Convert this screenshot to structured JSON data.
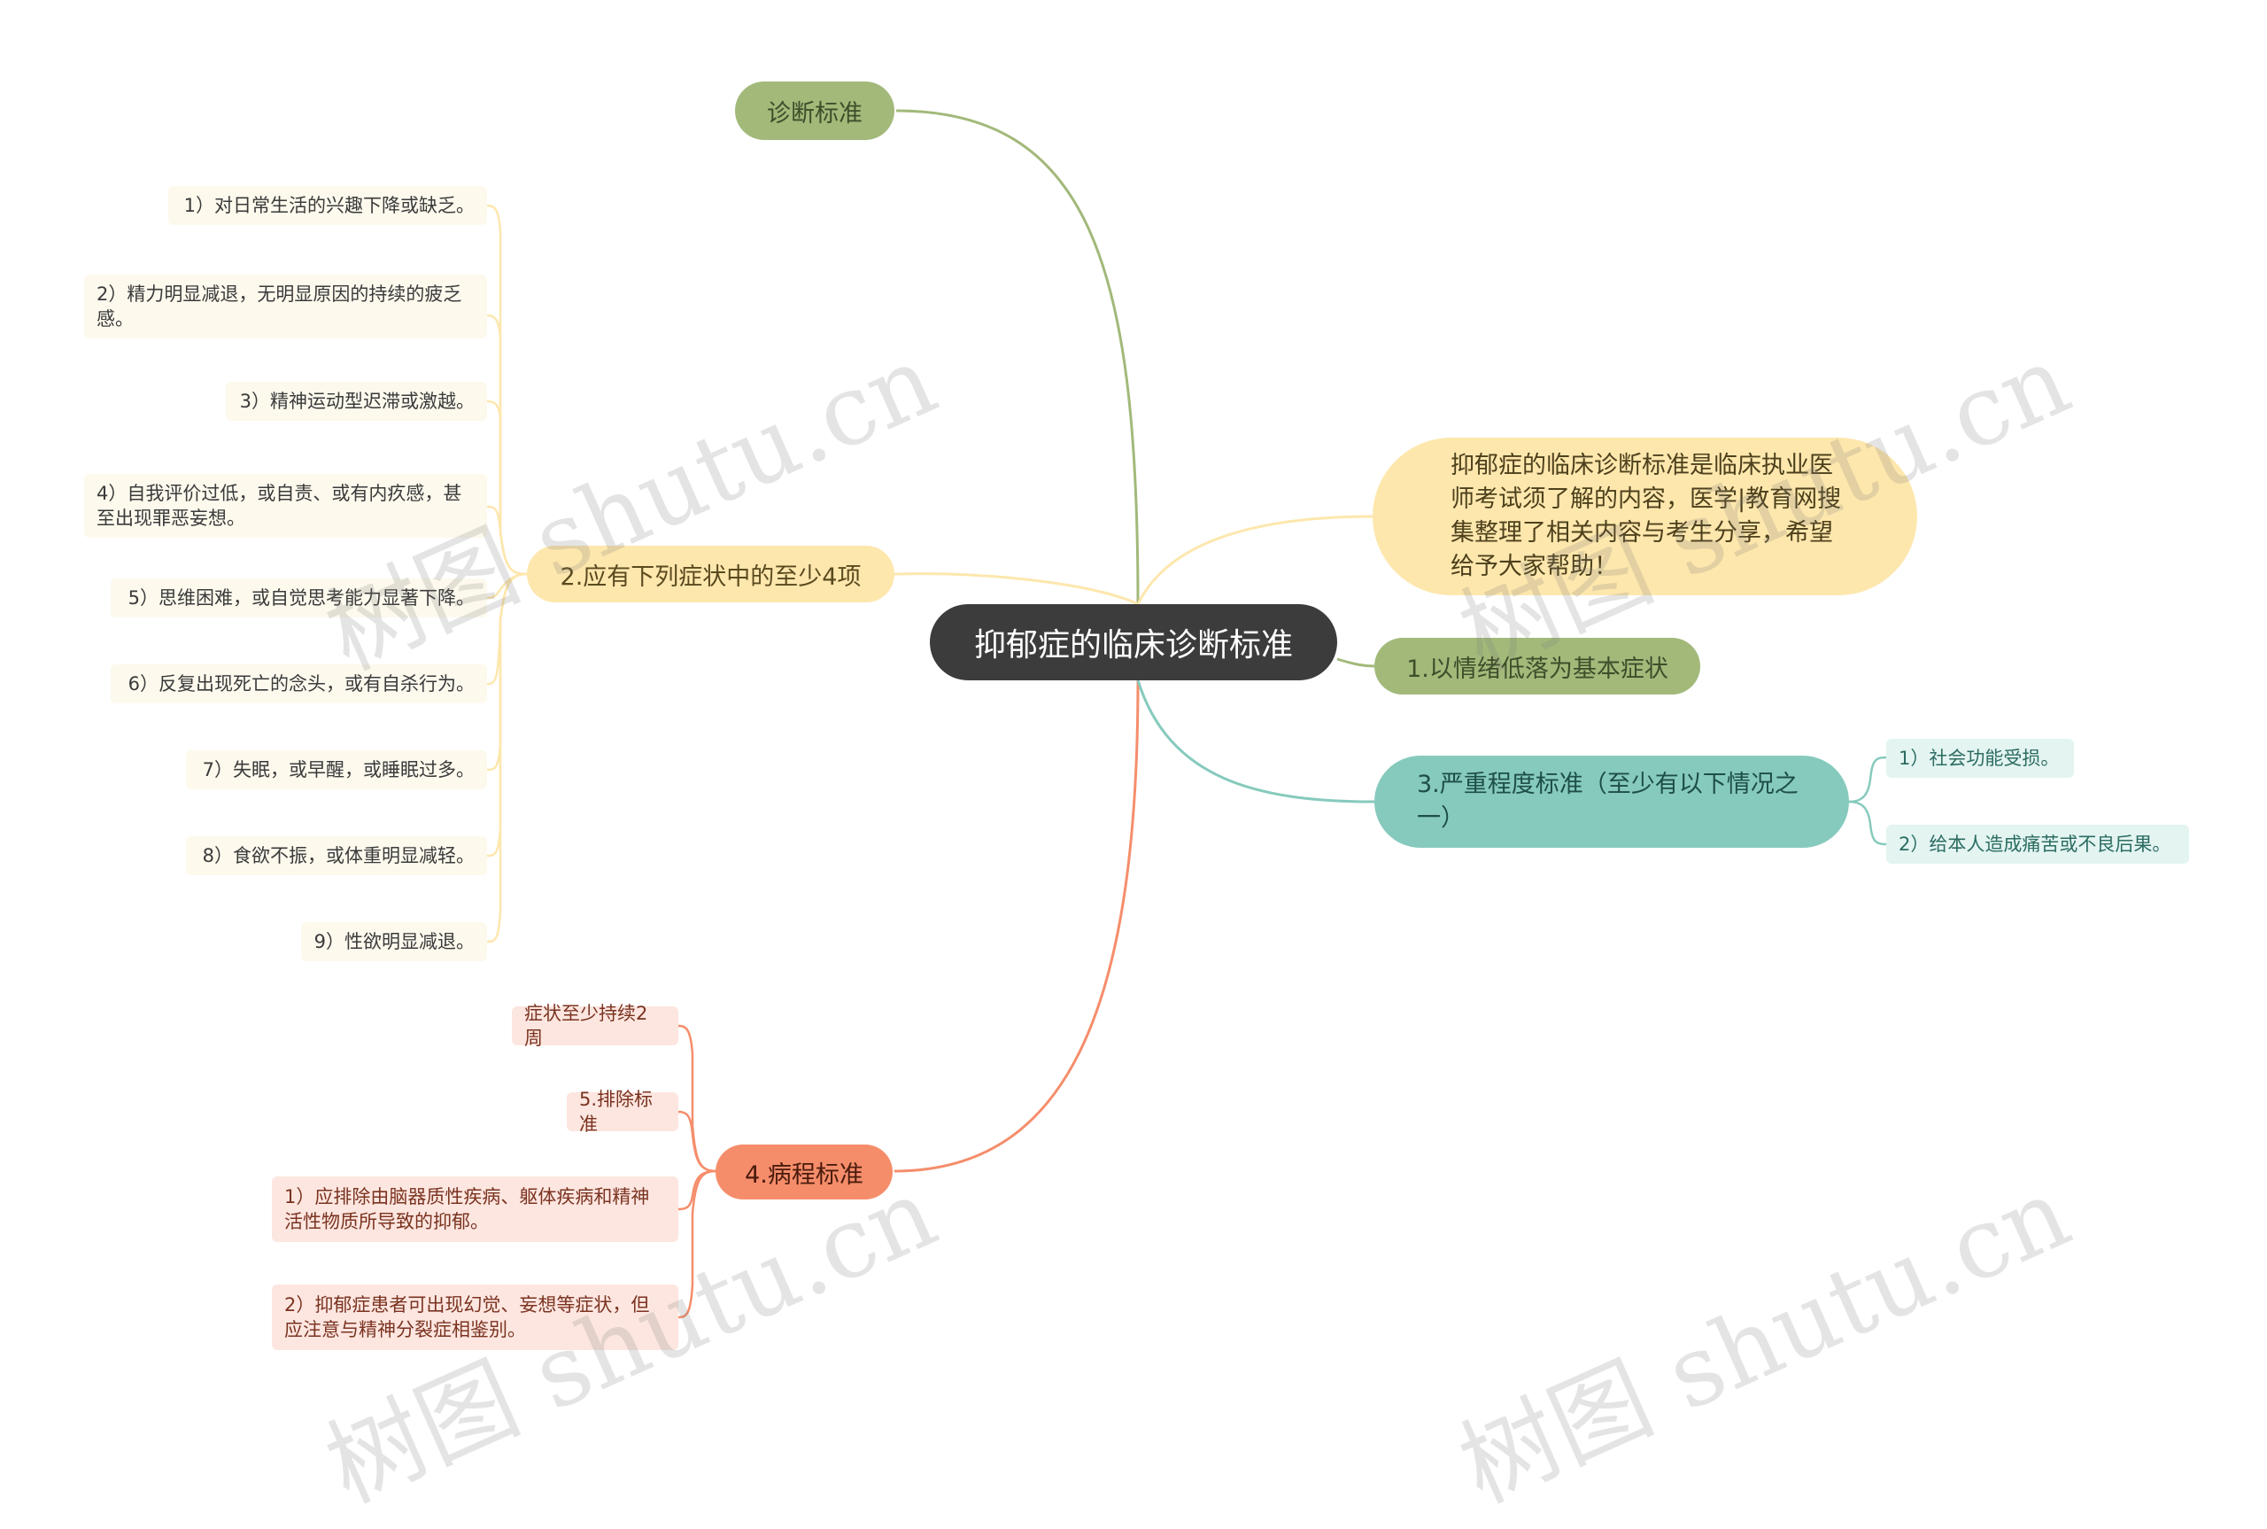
{
  "center": {
    "label": "抑郁症的临床诊断标准"
  },
  "branches": {
    "diagnosis": {
      "label": "诊断标准"
    },
    "symptoms": {
      "label": "2.应有下列症状中的至少4项",
      "items": [
        "1）对日常生活的兴趣下降或缺乏。",
        "2）精力明显减退，无明显原因的持续的疲乏感。",
        "3）精神运动型迟滞或激越。",
        "4）自我评价过低，或自责、或有内疚感，甚至出现罪恶妄想。",
        "5）思维困难，或自觉思考能力显著下降。",
        "6）反复出现死亡的念头，或有自杀行为。",
        "7）失眠，或早醒，或睡眠过多。",
        "8）食欲不振，或体重明显减轻。",
        "9）性欲明显减退。"
      ]
    },
    "course": {
      "label": "4.病程标准",
      "items": [
        "症状至少持续2周",
        "5.排除标准",
        "1）应排除由脑器质性疾病、躯体疾病和精神活性物质所导致的抑郁。",
        "2）抑郁症患者可出现幻觉、妄想等症状，但应注意与精神分裂症相鉴别。"
      ]
    },
    "intro": {
      "label": "抑郁症的临床诊断标准是临床执业医师考试须了解的内容，医学|教育网搜集整理了相关内容与考生分享，希望给予大家帮助！"
    },
    "mood": {
      "label": "1.以情绪低落为基本症状"
    },
    "severity": {
      "label": "3.严重程度标准（至少有以下情况之一）",
      "items": [
        "1）社会功能受损。",
        "2）给本人造成痛苦或不良后果。"
      ]
    }
  },
  "watermark": "树图 shutu.cn",
  "colors": {
    "center": "#3c3c3c",
    "green": "#a2b97a",
    "yellow": "#fde7ad",
    "teal": "#86cabd",
    "orange": "#f58d6b"
  }
}
